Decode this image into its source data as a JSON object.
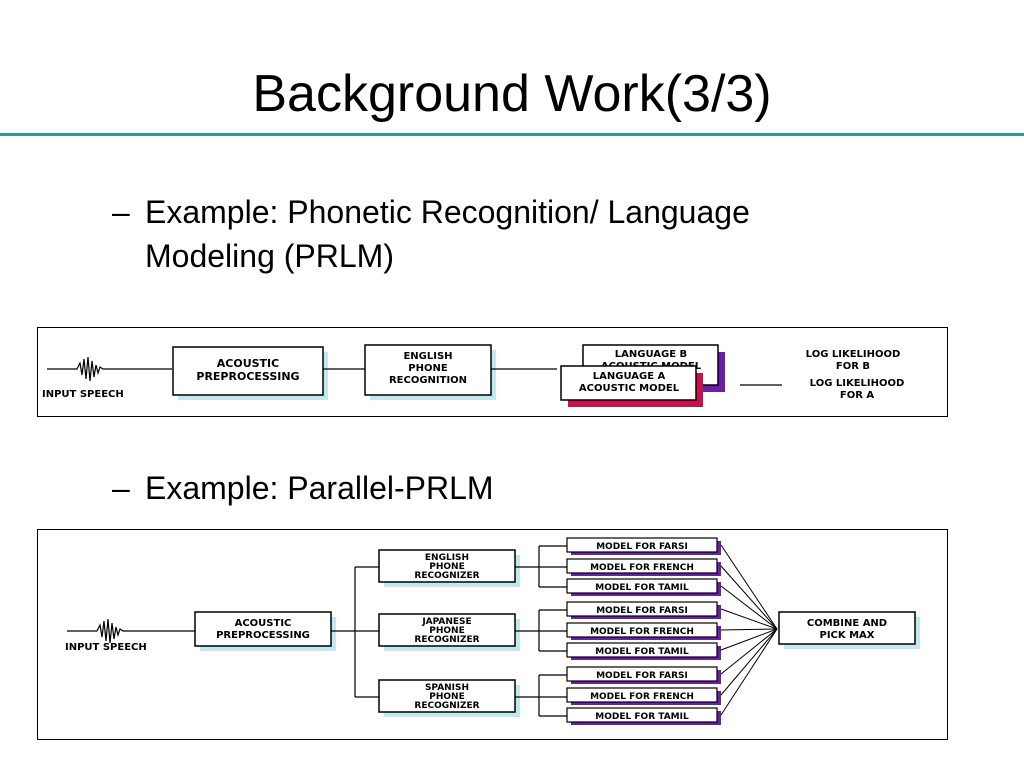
{
  "slide": {
    "title": "Background Work(3/3)",
    "bullets": [
      {
        "dash": "–",
        "lines": [
          "Example: Phonetic Recognition/ Language",
          "Modeling (PRLM)"
        ]
      },
      {
        "dash": "–",
        "lines": [
          "Example: Parallel-PRLM"
        ]
      }
    ]
  },
  "diagram1": {
    "input": "INPUT SPEECH",
    "acoustic": [
      "ACOUSTIC",
      "PREPROCESSING"
    ],
    "english": [
      "ENGLISH",
      "PHONE",
      "RECOGNITION"
    ],
    "lang_b": [
      "LANGUAGE B",
      "ACOUSTIC MODEL"
    ],
    "lang_a": [
      "LANGUAGE A",
      "ACOUSTIC MODEL"
    ],
    "out_b": [
      "LOG LIKELIHOOD",
      "FOR B"
    ],
    "out_a": [
      "LOG LIKELIHOOD",
      "FOR A"
    ]
  },
  "diagram2": {
    "input": "INPUT SPEECH",
    "acoustic": [
      "ACOUSTIC",
      "PREPROCESSING"
    ],
    "recognizers": [
      {
        "lines": [
          "ENGLISH",
          "PHONE",
          "RECOGNIZER"
        ]
      },
      {
        "lines": [
          "JAPANESE",
          "PHONE",
          "RECOGNIZER"
        ]
      },
      {
        "lines": [
          "SPANISH",
          "PHONE",
          "RECOGNIZER"
        ]
      }
    ],
    "models": [
      "MODEL FOR FARSI",
      "MODEL FOR FRENCH",
      "MODEL FOR TAMIL"
    ],
    "combine": [
      "COMBINE AND",
      "PICK MAX"
    ]
  }
}
